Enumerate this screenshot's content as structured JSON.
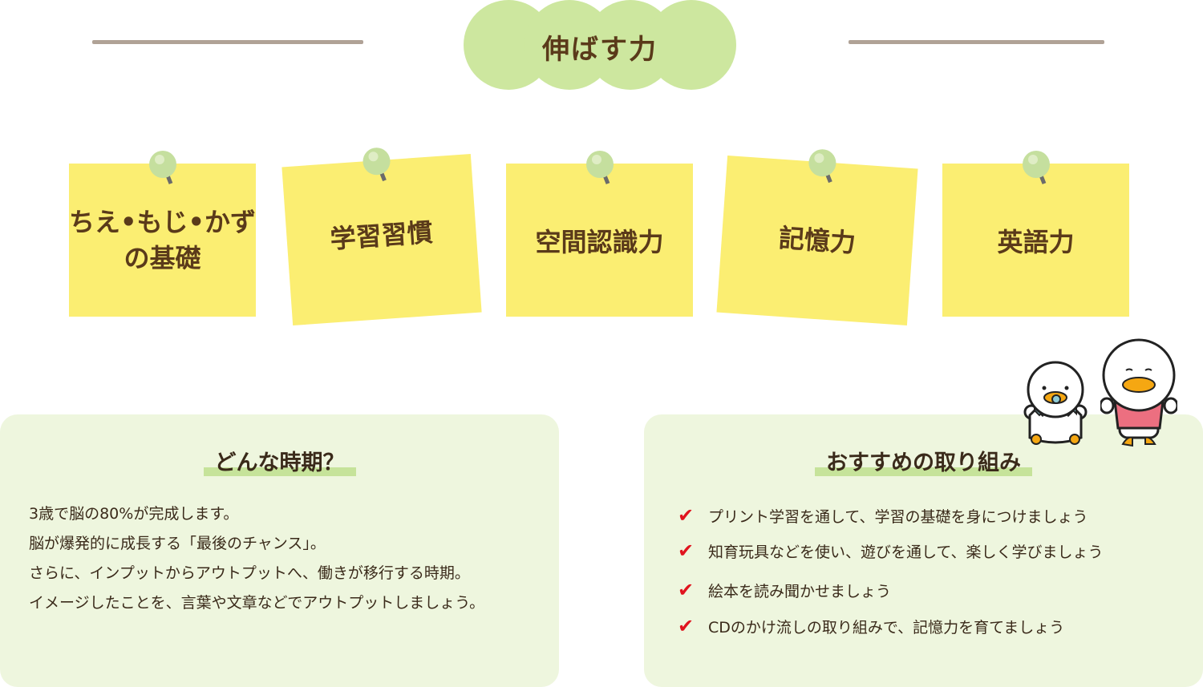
{
  "banner": {
    "title": "伸ばす力"
  },
  "notes": [
    {
      "line1": "ちえ•もじ•かず",
      "line2": "の基礎"
    },
    {
      "line1": "学習習慣"
    },
    {
      "line1": "空間認識力"
    },
    {
      "line1": "記憶力"
    },
    {
      "line1": "英語力"
    }
  ],
  "period": {
    "heading": "どんな時期？",
    "lines": [
      "3歳で脳の80%が完成します。",
      "脳が爆発的に成長する「最後のチャンス」。",
      "さらに、インプットからアウトプットへ、働きが移行する時期。",
      "イメージしたことを、言葉や文章などでアウトプットしましょう。"
    ]
  },
  "recommend": {
    "heading": "おすすめの取り組み",
    "check_icon": "check-icon",
    "items": [
      "プリント学習を通して、学習の基礎を身につけましょう",
      "知育玩具などを使い、遊びを通して、楽しく学びましょう",
      "絵本を読み聞かせましょう",
      "CDのかけ流しの取り組みで、記憶力を育てましょう"
    ]
  },
  "colors": {
    "note": "#fbee72",
    "accent": "#cde79f",
    "check": "#e0141e",
    "panel": "#eef6de"
  }
}
